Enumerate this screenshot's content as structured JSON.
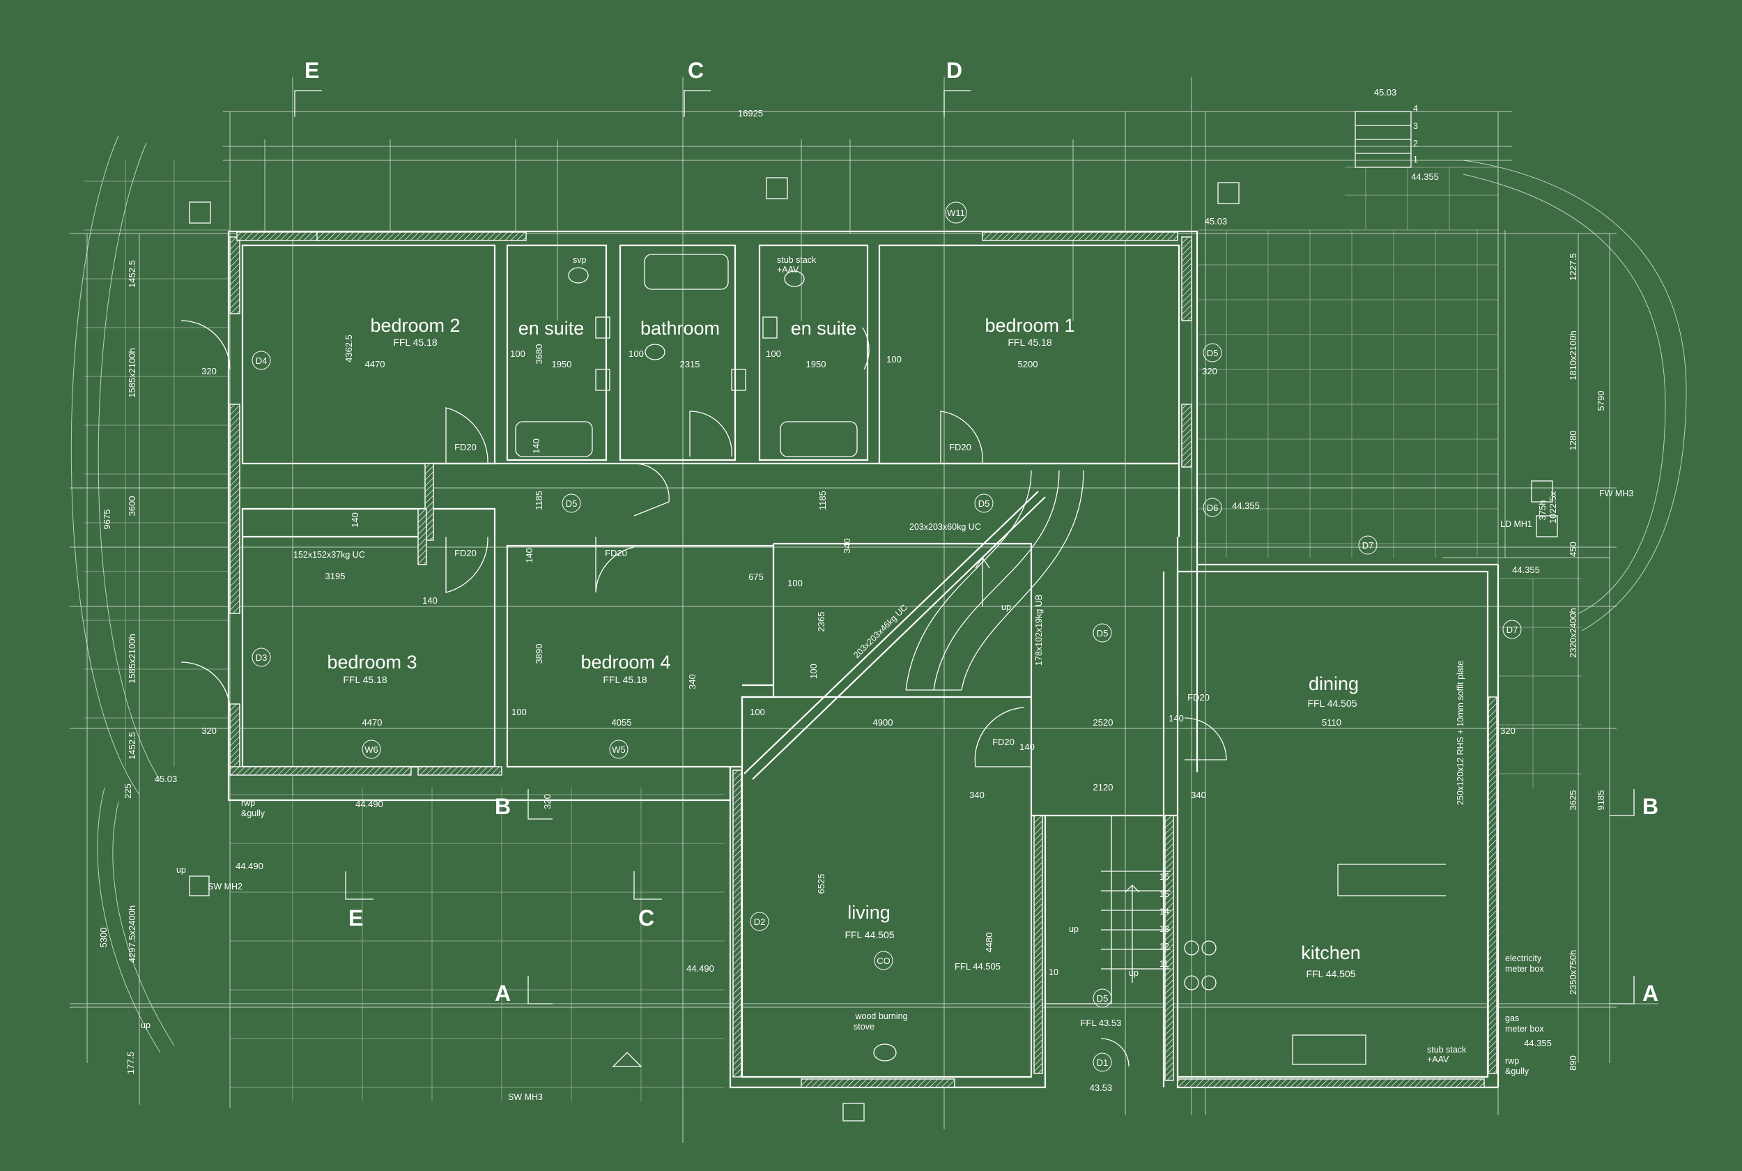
{
  "palette": {
    "background": "#3d6b42",
    "line": "#ffffff"
  },
  "sections": [
    "E",
    "C",
    "D",
    "B",
    "E",
    "C",
    "A",
    "B",
    "A"
  ],
  "rooms": {
    "bedroom2": {
      "name": "bedroom 2",
      "ffl": "FFL 45.18"
    },
    "ensuite_left": {
      "name": "en suite"
    },
    "bathroom": {
      "name": "bathroom"
    },
    "ensuite_right": {
      "name": "en suite"
    },
    "bedroom1": {
      "name": "bedroom 1",
      "ffl": "FFL 45.18"
    },
    "bedroom3": {
      "name": "bedroom 3",
      "ffl": "FFL 45.18"
    },
    "bedroom4": {
      "name": "bedroom 4",
      "ffl": "FFL 45.18"
    },
    "dining": {
      "name": "dining",
      "ffl": "FFL 44.505"
    },
    "living": {
      "name": "living",
      "ffl": "FFL 44.505"
    },
    "kitchen": {
      "name": "kitchen",
      "ffl": "FFL 44.505"
    }
  },
  "dims": {
    "overall": "16925",
    "d4470a": "4470",
    "d1950a": "1950",
    "d2315": "2315",
    "d1950b": "1950",
    "d5200": "5200",
    "d3195": "3195",
    "d140a": "140",
    "d4470b": "4470",
    "d4055": "4055",
    "d4900": "4900",
    "d2520": "2520",
    "d5110": "5110",
    "d2120": "2120",
    "d675": "675",
    "d100a": "100",
    "d100b": "100",
    "d100c": "100",
    "d100d": "100",
    "d100e": "100",
    "d100f": "100",
    "d100g": "100",
    "d320a": "320",
    "d320b": "320",
    "d320c": "320",
    "d320d": "320",
    "d320e": "320",
    "d340a": "340",
    "d340b": "340",
    "d340c": "340",
    "d340d": "340",
    "d140b": "140",
    "d140c": "140",
    "d140d": "140",
    "d140e": "140",
    "v1452a": "1452.5",
    "v1585a": "1585x2100h",
    "v9675": "9675",
    "v3600": "3600",
    "v1585b": "1585x2100h",
    "v1452b": "1452.5",
    "v225": "225",
    "v5300": "5300",
    "v4297": "4297.5x2400h",
    "v177": "177.5",
    "v4362": "4362.5",
    "v3680": "3680",
    "v1185a": "1185",
    "v1185b": "1185",
    "v3890": "3890",
    "v2365": "2365",
    "v6525": "6525",
    "v4480": "4480",
    "v1227": "1227.5",
    "v1810": "1810x2100h",
    "v5790": "5790",
    "v1280": "1280",
    "v450": "450",
    "v1022": "1022.5x",
    "v2320": "2320x2400h",
    "v3625": "3625",
    "v9185": "9185",
    "v2350": "2350x750h",
    "v890": "890",
    "v375": "375h",
    "v140f": "140"
  },
  "levels": {
    "l4503a": "45.03",
    "l44355a": "44.355",
    "l4503b": "45.03",
    "l44355b": "44.355",
    "l44355c": "44.355",
    "l4503c": "45.03",
    "l44490a": "44.490",
    "l44490b": "44.490",
    "l44490c": "44.490",
    "l4353a": "FFL 43.53",
    "l4353b": "43.53",
    "l44505": "FFL 44.505",
    "l44355d": "44.355"
  },
  "tags": {
    "d4": "D4",
    "d5a": "D5",
    "d5b": "D5",
    "d5c": "D5",
    "d5d": "D5",
    "d6": "D6",
    "d7a": "D7",
    "d7b": "D7",
    "d3": "D3",
    "d2": "D2",
    "d1": "D1",
    "w11": "W11",
    "w6": "W6",
    "w5": "W5",
    "co": "CO",
    "fd20a": "FD20",
    "fd20b": "FD20",
    "fd20c": "FD20",
    "fd20d": "FD20",
    "fd20e": "FD20",
    "fd20f": "FD20"
  },
  "labels": {
    "svp": "svp",
    "stub1": "stub stack",
    "aav1": "+AAV",
    "beam1": "152x152x37kg UC",
    "beam2": "203x203x60kg UC",
    "beam3": "203x203x46kg UC",
    "beam4": "178x102x19kg UB",
    "soffit": "250x120x12 RHS + 10mm soffit plate",
    "up1": "up",
    "up2": "up",
    "up3": "up",
    "up4": "up",
    "up5": "up",
    "fwmh3": "FW MH3",
    "ldmh1": "LD MH1",
    "swmh2": "SW MH2",
    "swmh3": "SW MH3",
    "rwp1": "rwp",
    "gully1": "&gully",
    "rwp2": "rwp",
    "gully2": "&gully",
    "stove1": "wood burning",
    "stove2": "stove",
    "elec1": "electricity",
    "elec2": "meter box",
    "gas1": "gas",
    "gas2": "meter box",
    "stub2": "stub stack",
    "aav2": "+AAV"
  },
  "stair_steps": [
    "16",
    "15",
    "14",
    "13",
    "12",
    "11",
    "10"
  ],
  "top_steps": [
    "4",
    "3",
    "2",
    "1"
  ]
}
